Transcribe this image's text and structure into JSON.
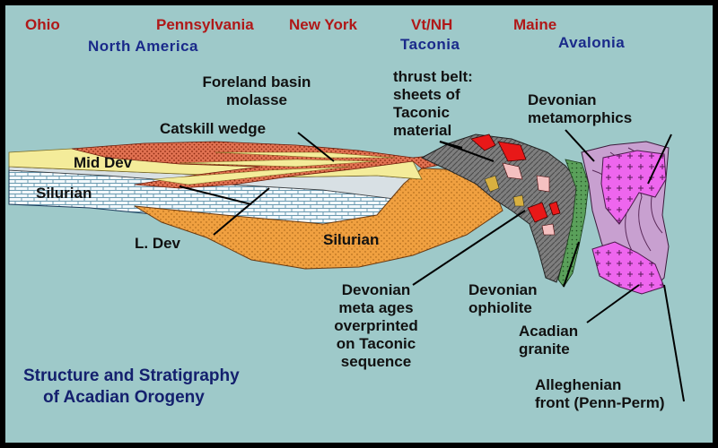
{
  "regions": {
    "ohio": "Ohio",
    "pennsylvania": "Pennsylvania",
    "new_york": "New York",
    "vt_nh": "Vt/NH",
    "maine": "Maine"
  },
  "terranes": {
    "north_america": "North America",
    "taconia": "Taconia",
    "avalonia": "Avalonia"
  },
  "labels": {
    "foreland_line1": "Foreland basin",
    "foreland_line2": "molasse",
    "catskill": "Catskill wedge",
    "thrust_line1": "thrust belt:",
    "thrust_line2": "sheets of",
    "thrust_line3": "Taconic",
    "thrust_line4": "material",
    "devmeta_line1": "Devonian",
    "devmeta_line2": "metamorphics",
    "mid_dev": "Mid Dev",
    "silurian_left": "Silurian",
    "l_dev": "L. Dev",
    "silurian_center": "Silurian",
    "metaages_line1": "Devonian",
    "metaages_line2": "meta ages",
    "metaages_line3": "overprinted",
    "metaages_line4": "on Taconic",
    "metaages_line5": "sequence",
    "ophiolite_line1": "Devonian",
    "ophiolite_line2": "ophiolite",
    "granite_line1": "Acadian",
    "granite_line2": "granite",
    "allegh_line1": "Alleghenian",
    "allegh_line2": "front (Penn-Perm)"
  },
  "title": {
    "line1": "Structure and Stratigraphy",
    "line2": "of Acadian Orogeny"
  },
  "colors": {
    "background": "#9ec9c9",
    "frame": "#000000",
    "molasse": "#e07050",
    "mid_dev": "#f4ec9a",
    "silurian_pale": "#f0f8fb",
    "silurian_orange": "#f0a040",
    "thrust_gray": "#7c7c7c",
    "metamorphic": "#c8a0d0",
    "granite": "#ee66ee",
    "ophiolite": "#58a058",
    "red_blocks": "#e81818",
    "region_text": "#b01818",
    "terrane_text": "#1a2a8a"
  }
}
